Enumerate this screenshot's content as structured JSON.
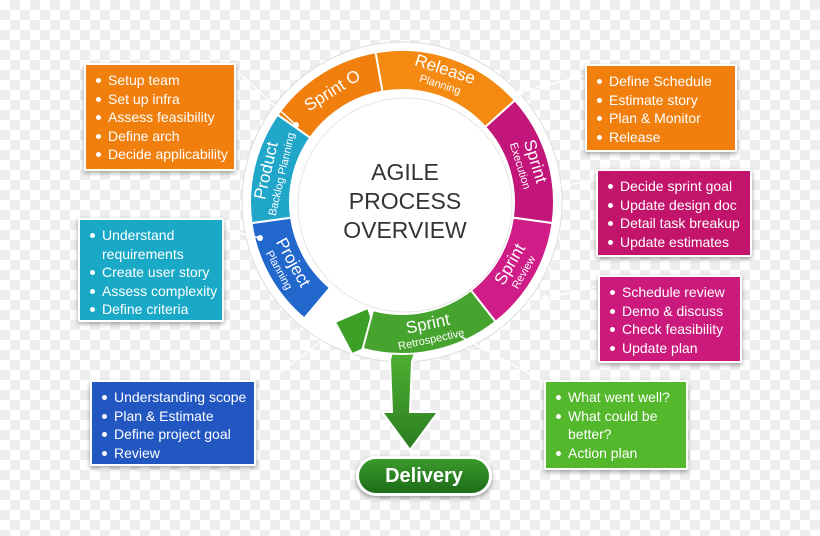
{
  "center_title": [
    "AGILE",
    "PROCESS",
    "OVERVIEW"
  ],
  "segments": [
    {
      "title": "Sprint O",
      "subtitle": "",
      "color": "#f07f0e"
    },
    {
      "title": "Release",
      "subtitle": "Planning",
      "color": "#f58a12"
    },
    {
      "title": "Sprint",
      "subtitle": "Execution",
      "color": "#c2167a"
    },
    {
      "title": "Sprint",
      "subtitle": "Review",
      "color": "#cf1c86"
    },
    {
      "title": "Sprint",
      "subtitle": "Retrospective",
      "color": "#46a32e"
    },
    {
      "title": "Project",
      "subtitle": "Planning",
      "color": "#2267cc"
    },
    {
      "title": "Product",
      "subtitle": "Backlog Planning",
      "color": "#1fa6c8"
    }
  ],
  "boxes": {
    "sprint0": {
      "color": "#f07f0e",
      "items": [
        "Setup team",
        "Set up infra",
        "Assess feasibility",
        "Define arch",
        "Decide applicability"
      ]
    },
    "product_backlog": {
      "color": "#19a9c7",
      "items": [
        "Understand",
        "requirements",
        "Create user story",
        "Assess complexity",
        "Define criteria"
      ]
    },
    "project_planning": {
      "color": "#2257c1",
      "items": [
        "Understanding scope",
        "Plan & Estimate",
        "Define project goal",
        "Review"
      ]
    },
    "release_planning": {
      "color": "#f07f0e",
      "items": [
        "Define Schedule",
        "Estimate story",
        "Plan & Monitor",
        "Release"
      ]
    },
    "sprint_execution": {
      "color": "#c2146b",
      "items": [
        "Decide sprint goal",
        "Update design doc",
        "Detail task breakup",
        "Update estimates"
      ]
    },
    "sprint_review": {
      "color": "#cb1a7c",
      "items": [
        "Schedule review",
        "Demo & discuss",
        "Check feasibility",
        "Update plan"
      ]
    },
    "retrospective": {
      "color": "#54b82c",
      "items": [
        "What went well?",
        "What could be",
        "better?",
        "Action plan"
      ]
    }
  },
  "delivery_label": "Delivery"
}
